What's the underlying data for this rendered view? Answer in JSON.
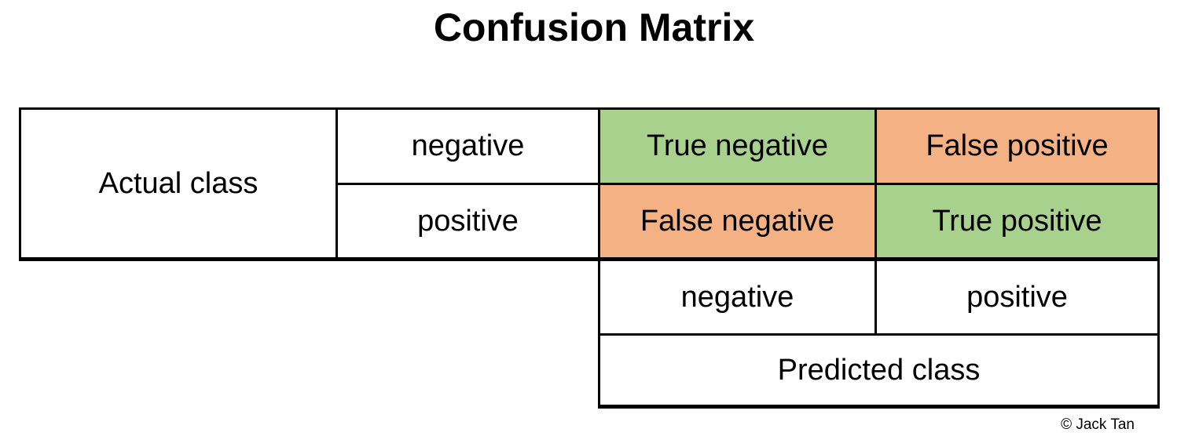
{
  "title": "Confusion Matrix",
  "table": {
    "actual_axis_label": "Actual class",
    "predicted_axis_label": "Predicted class",
    "actual_row_labels": [
      "negative",
      "positive"
    ],
    "predicted_col_labels": [
      "negative",
      "positive"
    ],
    "cells": {
      "true_negative": {
        "label": "True negative",
        "color_key": "green"
      },
      "false_positive": {
        "label": "False positive",
        "color_key": "orange"
      },
      "false_negative": {
        "label": "False negative",
        "color_key": "orange"
      },
      "true_positive": {
        "label": "True positive",
        "color_key": "green"
      }
    }
  },
  "colors": {
    "green": "#A9D18E",
    "orange": "#F4B183",
    "border": "#000000"
  },
  "credit": "© Jack Tan"
}
